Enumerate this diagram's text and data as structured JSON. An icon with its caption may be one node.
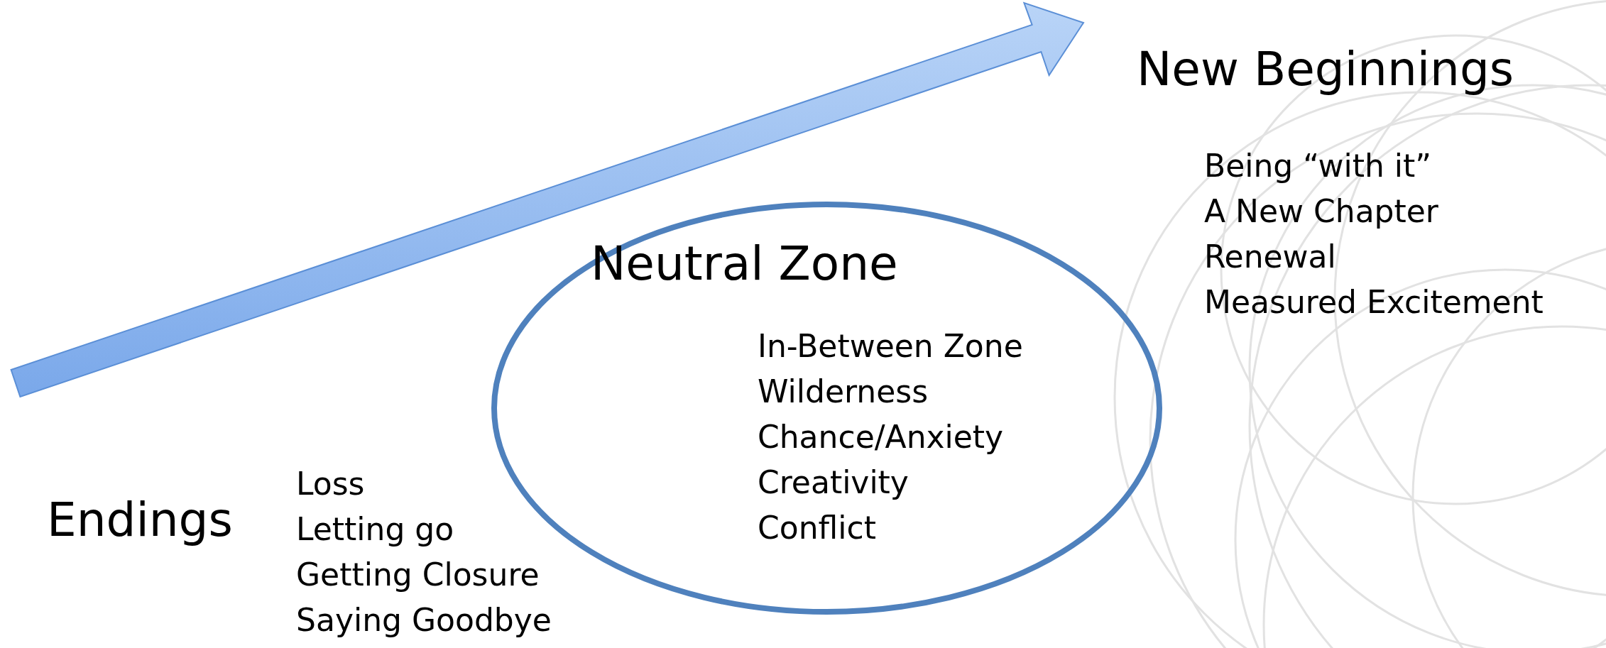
{
  "diagram": {
    "nodes": [
      {
        "text": [
          "Neutral Zone",
          "In-Between Zone",
          "Wilderness",
          "Chance/Anxiety",
          "Creativity",
          "Conflict"
        ]
      }
    ],
    "edges": [],
    "labels": [
      "New Beginnings",
      "Being “with it”",
      "A New Chapter",
      "Renewal",
      "Measured Excitement",
      "Endings",
      "Loss",
      "Letting go",
      "Getting Closure",
      "Saying Goodbye"
    ]
  }
}
